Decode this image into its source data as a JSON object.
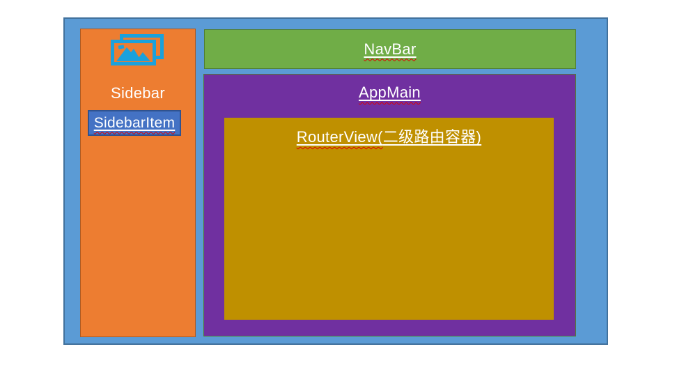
{
  "diagram": {
    "sidebar": {
      "label": "Sidebar",
      "icon": "photos-icon",
      "item": {
        "label": "SidebarItem"
      }
    },
    "navbar": {
      "label": "NavBar"
    },
    "appmain": {
      "label": "AppMain"
    },
    "routerview": {
      "label_latin": "RouterView(",
      "label_cjk": "二级路由容器)",
      "full_label": "RouterView(二级路由容器)"
    }
  },
  "colors": {
    "container_fill": "#5B9BD5",
    "container_border": "#41719C",
    "sidebar_fill": "#ED7D31",
    "sidebar_border": "#AE5A21",
    "navbar_fill": "#70AD47",
    "navbar_border": "#507E32",
    "appmain_fill": "#7030A0",
    "appmain_border": "#507E32",
    "routerview_fill": "#BF9000",
    "sidebar_item_fill": "#4472C4",
    "sidebar_item_border": "#2F528F",
    "icon_blue": "#1BA1DC",
    "label_text": "#FFFFFF",
    "spellcheck_wavy": "#E00000"
  }
}
